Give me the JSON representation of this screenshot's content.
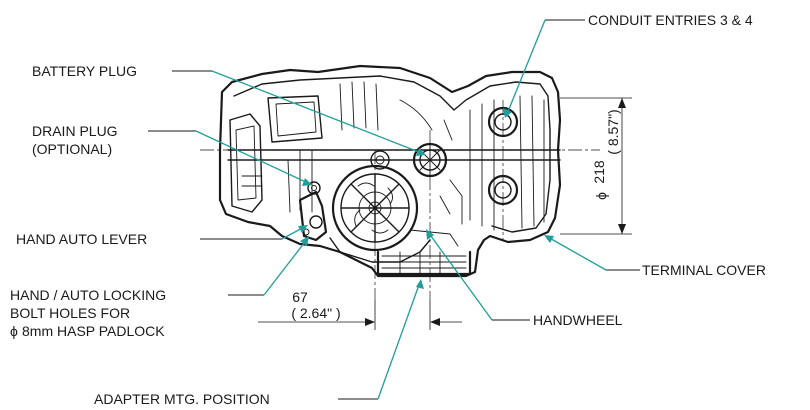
{
  "labels": {
    "conduit_entries": "CONDUIT ENTRIES 3 & 4",
    "battery_plug": "BATTERY PLUG",
    "drain_plug_line1": "DRAIN PLUG",
    "drain_plug_line2": "(OPTIONAL)",
    "hand_auto_lever": "HAND AUTO LEVER",
    "locking_line1": "HAND / AUTO LOCKING",
    "locking_line2": "BOLT HOLES FOR",
    "locking_line3": "8mm HASP PADLOCK",
    "terminal_cover": "TERMINAL COVER",
    "handwheel": "HANDWHEEL",
    "adapter_position": "ADAPTER MTG. POSITION"
  },
  "dimensions": {
    "height_metric": "218",
    "height_imperial": "( 8.57\")",
    "diameter_symbol": "ϕ",
    "offset_metric": "67",
    "offset_imperial": "( 2.64\" )"
  },
  "colors": {
    "line": "#1a1a1a",
    "leader_arrow": "#1f9e9a",
    "background": "#ffffff"
  }
}
